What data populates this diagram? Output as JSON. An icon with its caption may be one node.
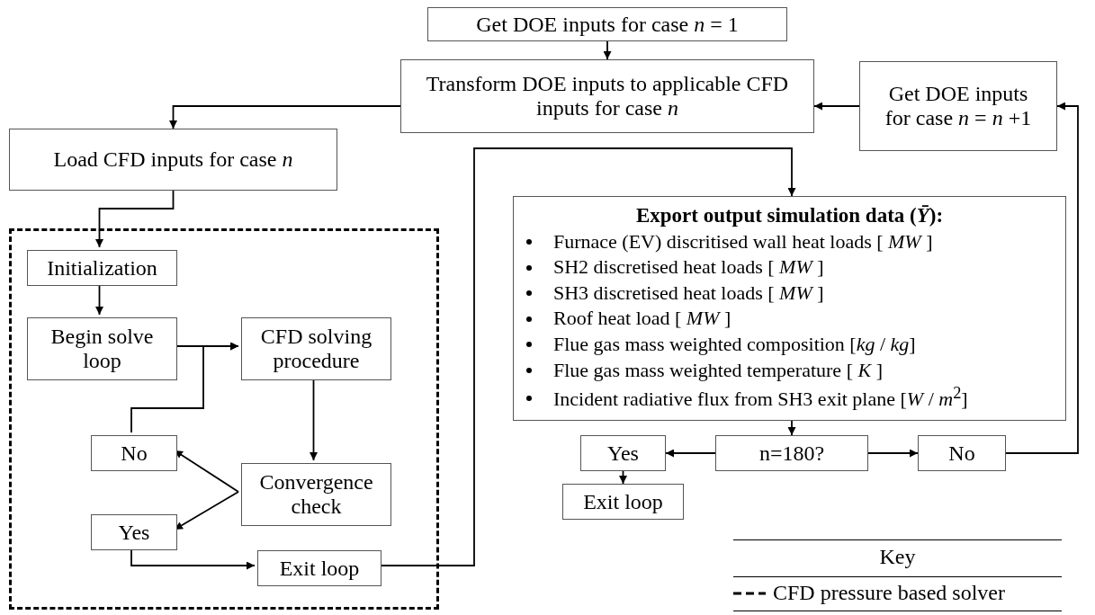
{
  "diagram": {
    "nodes": [
      {
        "text": [
          "Get DOE inputs for case *n* = 1"
        ]
      },
      {
        "text": [
          "Transform DOE inputs to applicable CFD inputs for case *n*"
        ]
      },
      {
        "text": [
          "Get DOE inputs for case *n* = *n* +1"
        ]
      },
      {
        "text": [
          "Load CFD inputs for case *n*"
        ]
      },
      {
        "text": [],
        "shape": "box"
      },
      {
        "text": [
          "Initialization"
        ],
        "in": 4
      },
      {
        "text": [
          "Begin solve loop"
        ],
        "in": 4
      },
      {
        "text": [
          "CFD solving procedure"
        ],
        "in": 4
      },
      {
        "text": [
          "No"
        ],
        "in": 4
      },
      {
        "text": [
          "Convergence check"
        ],
        "in": 4
      },
      {
        "text": [
          "Yes"
        ],
        "in": 4
      },
      {
        "text": [
          "Exit loop"
        ],
        "in": 4
      },
      {
        "text": [
          "Export output simulation data (*Ȳ*):",
          "Furnace (EV) discritised wall heat loads [ *MW* ]",
          "SH2 discretised heat loads [ *MW* ]",
          "SH3 discretised heat loads [ *MW* ]",
          "Roof heat load [ *MW* ]",
          "Flue gas mass weighted composition [*kg* / *kg*]",
          "Flue gas mass weighted temperature [ *K* ]",
          "Incident radiative flux from SH3 exit plane [*W* / *m*$^{2}$]"
        ]
      },
      {
        "text": [
          "Yes"
        ]
      },
      {
        "text": [
          "n=180?"
        ]
      },
      {
        "text": [
          "No"
        ]
      },
      {
        "text": [
          "Exit loop"
        ]
      }
    ],
    "edges": [
      {
        "from": 0,
        "to": 1,
        "arrow": "to"
      },
      {
        "from": 1,
        "to": 3,
        "arrow": "to"
      },
      {
        "from": 2,
        "to": 1,
        "arrow": "to"
      },
      {
        "from": 3,
        "to": 5,
        "arrow": "to"
      },
      {
        "from": 5,
        "to": 6,
        "arrow": "to"
      },
      {
        "from": 6,
        "to": 7,
        "arrow": "to"
      },
      {
        "from": 8,
        "to": 7,
        "arrow": "to"
      },
      {
        "from": 7,
        "to": 9,
        "arrow": "to"
      },
      {
        "from": 9,
        "to": 8,
        "arrow": "to"
      },
      {
        "from": 9,
        "to": 10,
        "arrow": "to"
      },
      {
        "from": 10,
        "to": 11,
        "arrow": "to"
      },
      {
        "from": 11,
        "to": 12,
        "arrow": "to"
      },
      {
        "from": 12,
        "to": 14,
        "arrow": "to"
      },
      {
        "from": 14,
        "to": 13,
        "arrow": "to"
      },
      {
        "from": 14,
        "to": 15,
        "arrow": "to"
      },
      {
        "from": 13,
        "to": 16,
        "arrow": "to"
      },
      {
        "from": 15,
        "to": 2,
        "arrow": "to"
      }
    ],
    "labels": [
      "Key"
    ],
    "legend": [
      {
        "text": "CFD pressure based solver"
      }
    ]
  }
}
